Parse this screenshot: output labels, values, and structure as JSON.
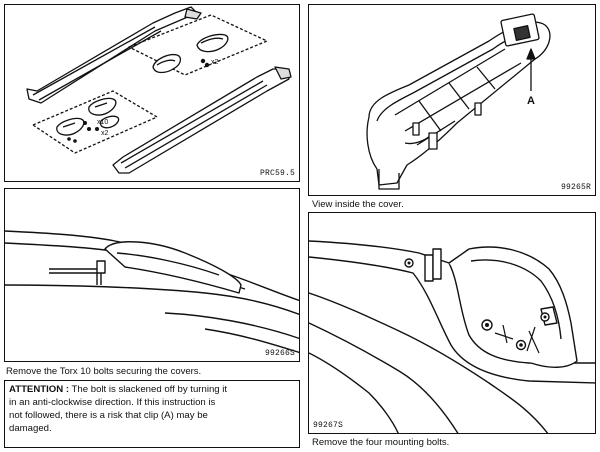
{
  "panels": {
    "top_left": {
      "ref": "PRC59.5"
    },
    "top_right": {
      "ref": "99265R",
      "caption": "View inside the cover.",
      "label_a": "A"
    },
    "bottom_left": {
      "ref": "99266S",
      "caption": "Remove the Torx 10 bolts securing the covers."
    },
    "bottom_right": {
      "ref": "99267S",
      "caption": "Remove the four mounting bolts."
    }
  },
  "parts_callouts": {
    "x2_top": "x2",
    "x2_bottom": "x2",
    "x10": "x10"
  },
  "attention": {
    "heading": "ATTENTION :",
    "line1": "The bolt is slackened off by turning it",
    "line2": "in an anti-clockwise direction. If this instruction is",
    "line3": "not followed, there is a risk that clip (A) may be",
    "line4": "damaged."
  },
  "colors": {
    "ink": "#111111",
    "paper": "#ffffff"
  }
}
